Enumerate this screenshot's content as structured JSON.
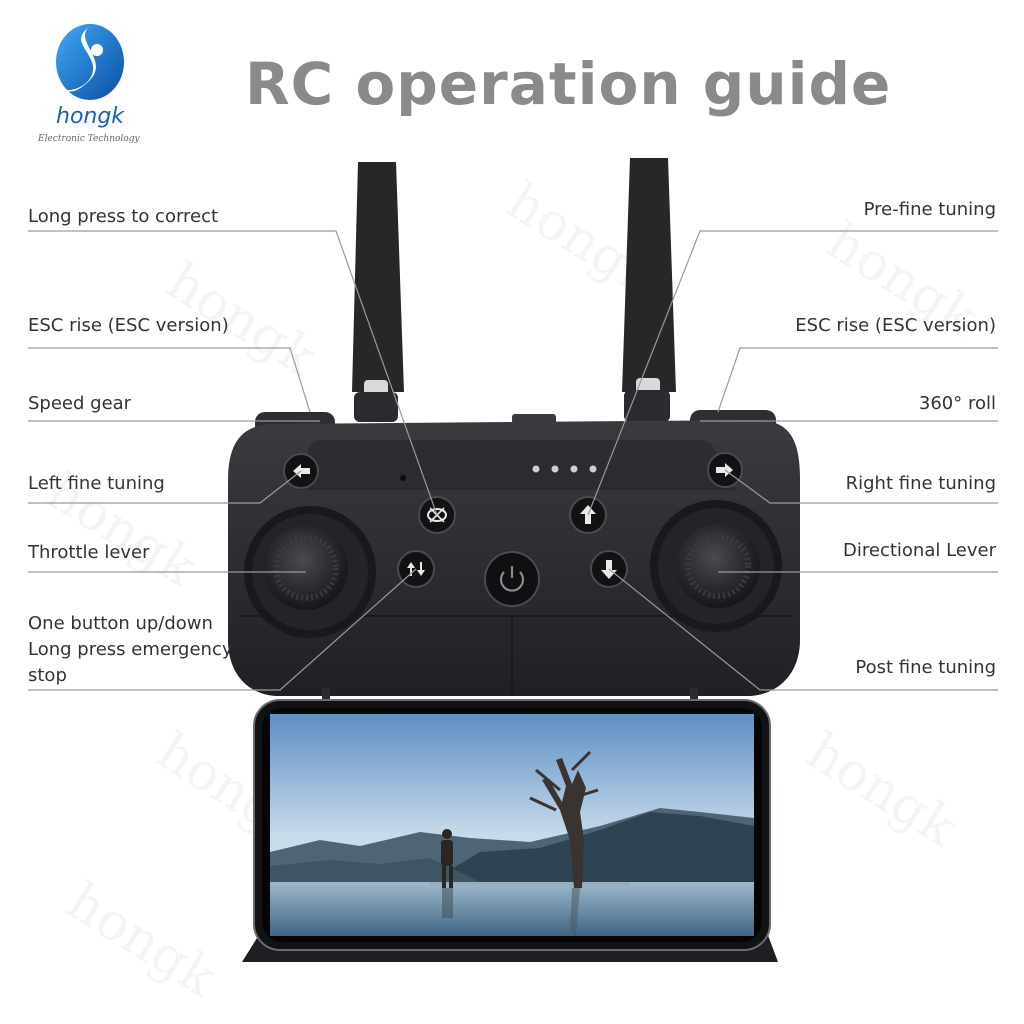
{
  "logo": {
    "name": "hongk",
    "subtitle": "Electronic Technology"
  },
  "title": "RC operation guide",
  "watermark": "hongk",
  "labels_left": {
    "long_press_correct": "Long press to correct",
    "esc_rise": "ESC rise (ESC version)",
    "speed_gear": "Speed gear",
    "left_fine_tuning": "Left fine tuning",
    "throttle_lever": "Throttle lever",
    "one_button_line1": "One button up/down",
    "one_button_line2": "Long press emergency",
    "one_button_line3": "stop"
  },
  "labels_right": {
    "pre_fine_tuning": "Pre-fine tuning",
    "esc_rise": "ESC rise (ESC version)",
    "roll_360": "360° roll",
    "right_fine_tuning": "Right fine tuning",
    "directional_lever": "Directional Lever",
    "post_fine_tuning": "Post fine tuning"
  },
  "colors": {
    "title": "#8a8a8a",
    "controller": "#2b2c2f",
    "leader_line": "#9a9a9a",
    "logo_blue": "#1a5fb4"
  },
  "icons": [
    "left-arrow-icon",
    "right-arrow-icon",
    "up-arrow-icon",
    "down-arrow-icon",
    "roll-icon",
    "up-down-icon",
    "power-icon"
  ]
}
